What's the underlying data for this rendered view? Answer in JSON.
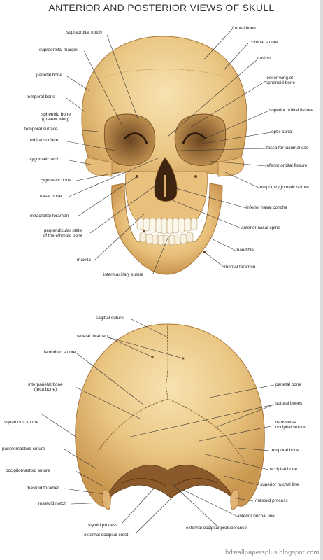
{
  "title": "ANTERIOR AND POSTERIOR VIEWS OF SKULL",
  "anterior_labels": {
    "supraorbital_notch": "supraorbital notch",
    "frontal_bone": "frontal bone",
    "coronal_suture": "coronal suture",
    "supraorbital_margin": "supraorbital margin",
    "nasion": "nasion",
    "parietal_bone": "parietal bone",
    "lesser_wing": "lesser wing of\nsphenoid bone",
    "temporal_bone": "temporal bone",
    "sphenoid_bone": "sphenoid bone\n(greater wing):",
    "temporal_surface": "temporal surface",
    "superior_orbital_fissure": "superior orbital fissure",
    "optic_canal": "optic canal",
    "orbital_surface": "orbital surface",
    "fossa_lacrimal": "fossa for lacrimal sac",
    "zygomatic_arch": "zygomatic arch",
    "inferior_orbital_fissure": "inferior orbital fissure",
    "zygomatic_bone": "zygomatic bone",
    "temporozygomatic_suture": "temporozygomatic suture",
    "nasal_bone": "nasal bone",
    "inferior_nasal_concha": "inferior nasal concha",
    "infraorbital_foramen": "infraorbital foramen",
    "anterior_nasal_spine": "anterior nasal spine",
    "perpendicular_plate": "perpendicular plate\nof the ethmoid bone",
    "mandible": "mandible",
    "maxilla": "maxilla",
    "mental_foramen": "mental foramen",
    "intermaxillary_suture": "intermaxillary suture"
  },
  "posterior_labels": {
    "sagittal_suture": "sagittal suture",
    "parietal_foramen": "parietal foramen",
    "lambdoid_suture": "lambdoid suture",
    "interparietal_bone": "interparietal bone\n(Inca bone)",
    "parietal_bone": "parietal bone",
    "sutural_bones": "sutural bones",
    "squamous_suture": "squamous suture",
    "transverse_occipital_suture": "transverse\noccipital suture",
    "parietomastoid_suture": "parietomastoid suture",
    "temporal_bone": "temporal bone",
    "occipitomastoid_suture": "occipitomastoid suture",
    "occipital_bone": "occipital bone",
    "superior_nuchal_line": "superior nuchal line",
    "mastoid_foramen": "mastoid foramen",
    "mastoid_process": "mastoid process",
    "mastoid_notch": "mastoid notch",
    "inferior_nuchal_line": "inferior nuchal line",
    "styloid_process": "styloid process",
    "external_occipital_protuberance": "external occipital protuberance",
    "external_occipital_crest": "external occipital crest"
  },
  "watermark": "hdwallpapersplus.blogspot.com",
  "colors": {
    "bone_light": "#f4d9a0",
    "bone_mid": "#e2b66a",
    "bone_dark": "#b9853f",
    "shadow": "#5a3a18",
    "leader_line": "#333333"
  }
}
